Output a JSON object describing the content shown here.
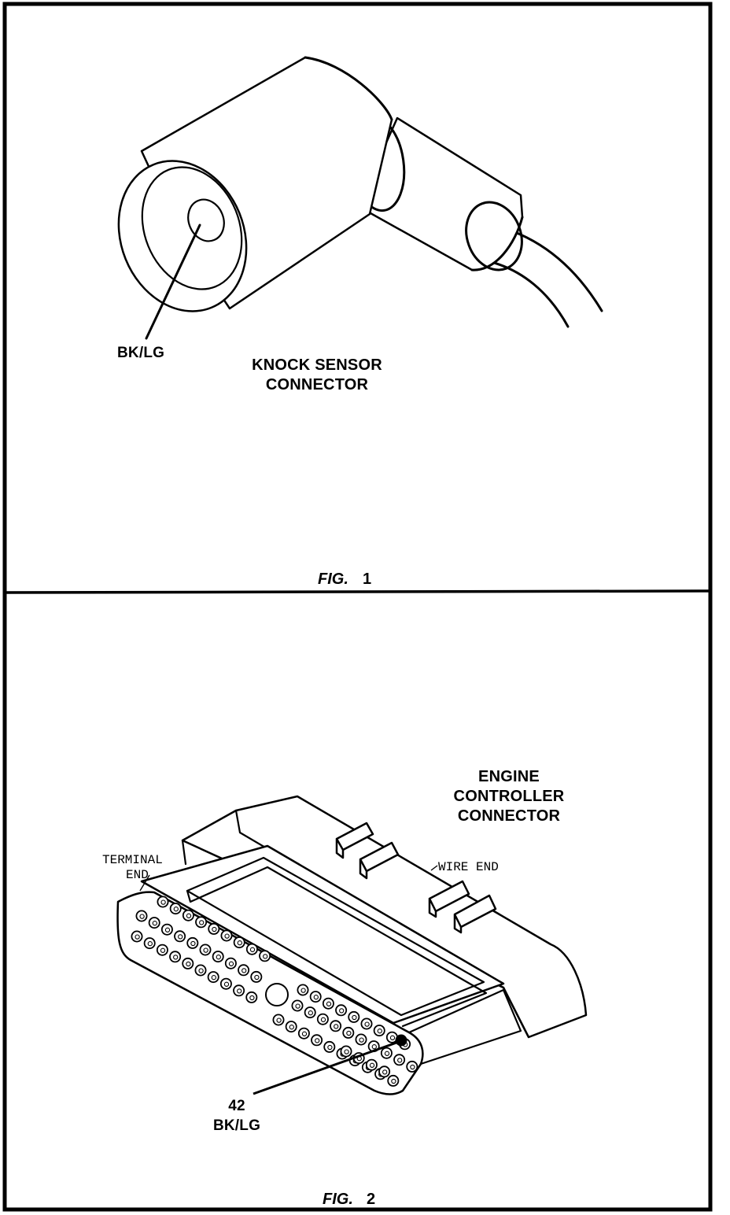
{
  "fig1": {
    "wire_label": "BK/LG",
    "title_line1": "KNOCK SENSOR",
    "title_line2": "CONNECTOR",
    "caption_fig": "FIG.",
    "caption_num": "1"
  },
  "fig2": {
    "title_line1": "ENGINE",
    "title_line2": "CONTROLLER",
    "title_line3": "CONNECTOR",
    "terminal_label_line1": "TERMINAL",
    "terminal_label_line2": "END",
    "wire_end_label": "WIRE END",
    "pin_number": "42",
    "pin_wire": "BK/LG",
    "caption_fig": "FIG.",
    "caption_num": "2"
  }
}
